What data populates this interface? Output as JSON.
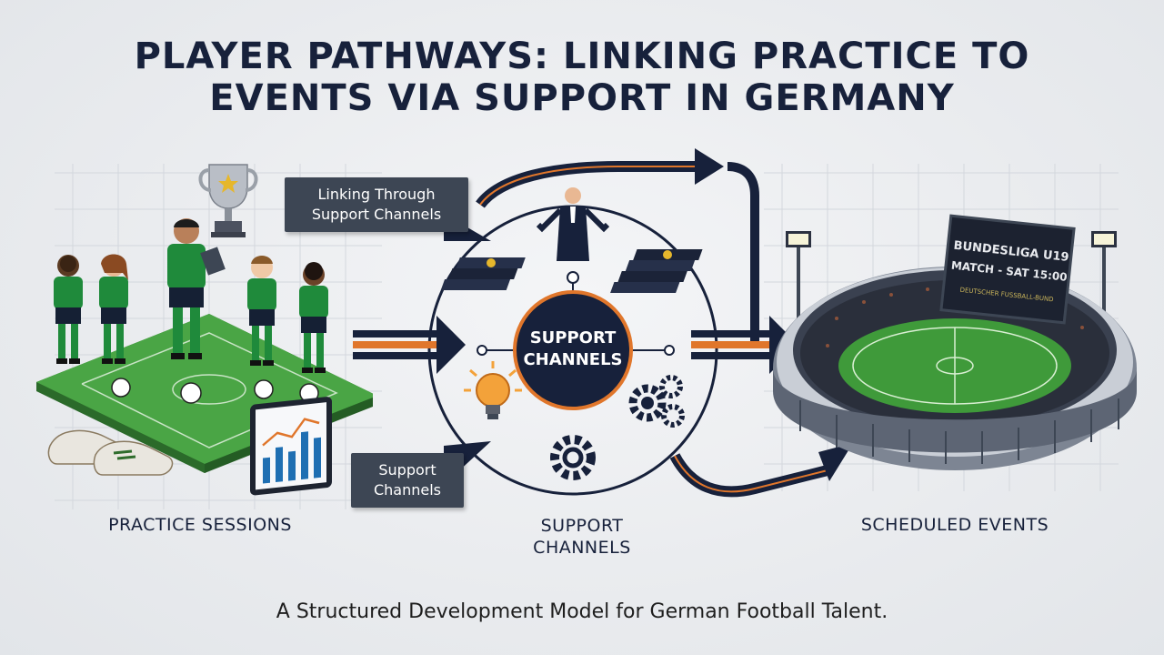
{
  "title": {
    "line1": "PLAYER PATHWAYS: LINKING PRACTICE TO",
    "line2": "EVENTS VIA SUPPORT IN GERMANY"
  },
  "hub": {
    "line1": "SUPPORT",
    "line2": "CHANNELS"
  },
  "callouts": {
    "top": {
      "line1": "Linking Through",
      "line2": "Support Channels"
    },
    "bottom": {
      "line1": "Support",
      "line2": "Channels"
    }
  },
  "sections": {
    "practice": "PRACTICE SESSIONS",
    "support_line1": "SUPPORT",
    "support_line2": "CHANNELS",
    "events": "SCHEDULED EVENTS"
  },
  "scoreboard": {
    "line1": "BUNDESLIGA U19",
    "line2": "MATCH - SAT 15:00",
    "ticker": "DEUTSCHER FUSSBALL-BUND"
  },
  "subtitle": "A Structured Development Model for German Football Talent.",
  "colors": {
    "navy": "#17213b",
    "accent_orange": "#e0762b",
    "pitch_green": "#3f9a3a",
    "kit_green": "#1f8a3b",
    "callout_gray": "#3d4654"
  },
  "icons": [
    "trophy-icon",
    "coach-icon",
    "book-stack-icon",
    "lightbulb-icon",
    "gear-icon",
    "gears-icon",
    "tablet-chart-icon",
    "football-boots-icon",
    "stadium-icon"
  ]
}
